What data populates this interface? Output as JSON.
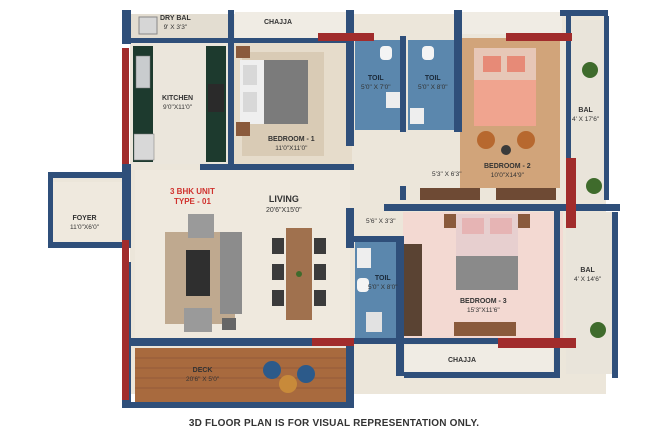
{
  "unit": {
    "line1": "3 BHK UNIT",
    "line2": "TYPE - 01"
  },
  "rooms": {
    "dry_bal": {
      "name": "DRY BAL",
      "dim": "9' X 3'3\""
    },
    "chajja_top": {
      "name": "CHAJJA"
    },
    "kitchen": {
      "name": "KITCHEN",
      "dim": "9'0\"X11'0\""
    },
    "bedroom1": {
      "name": "BEDROOM - 1",
      "dim": "11'0\"X11'0\""
    },
    "toil1": {
      "name": "TOIL",
      "dim": "5'0\" X 7'0\""
    },
    "toil2": {
      "name": "TOIL",
      "dim": "5'0\" X 8'0\""
    },
    "bedroom2": {
      "name": "BEDROOM - 2",
      "dim": "10'0\"X14'9\""
    },
    "passage": {
      "dim": "5'3\" X 6'3\""
    },
    "bal_right_top": {
      "name": "BAL",
      "dim": "4' X 17'6\""
    },
    "living": {
      "name": "LIVING",
      "dim": "20'6\"X15'0\""
    },
    "foyer": {
      "name": "FOYER",
      "dim": "11'0\"X6'0\""
    },
    "passage2": {
      "dim": "5'6\" X 3'3\""
    },
    "toil3": {
      "name": "TOIL",
      "dim": "5'0\" X 8'0\""
    },
    "bedroom3": {
      "name": "BEDROOM - 3",
      "dim": "15'3\"X11'6\""
    },
    "bal_right_bottom": {
      "name": "BAL",
      "dim": "4' X 14'6\""
    },
    "deck": {
      "name": "DECK",
      "dim": "20'6\" X 5'0\""
    },
    "chajja_bottom": {
      "name": "CHAJJA"
    }
  },
  "disclaimer": "3D FLOOR PLAN IS FOR VISUAL REPRESENTATION ONLY.",
  "colors": {
    "wall": "#2f4f7a",
    "accent_wall": "#a12c2c",
    "floor": "#ece6da",
    "wood": "#8a5a3c",
    "tile": "#5b87ad",
    "bedroom3_floor": "#f3d9d2",
    "plant": "#3f6b2c"
  }
}
